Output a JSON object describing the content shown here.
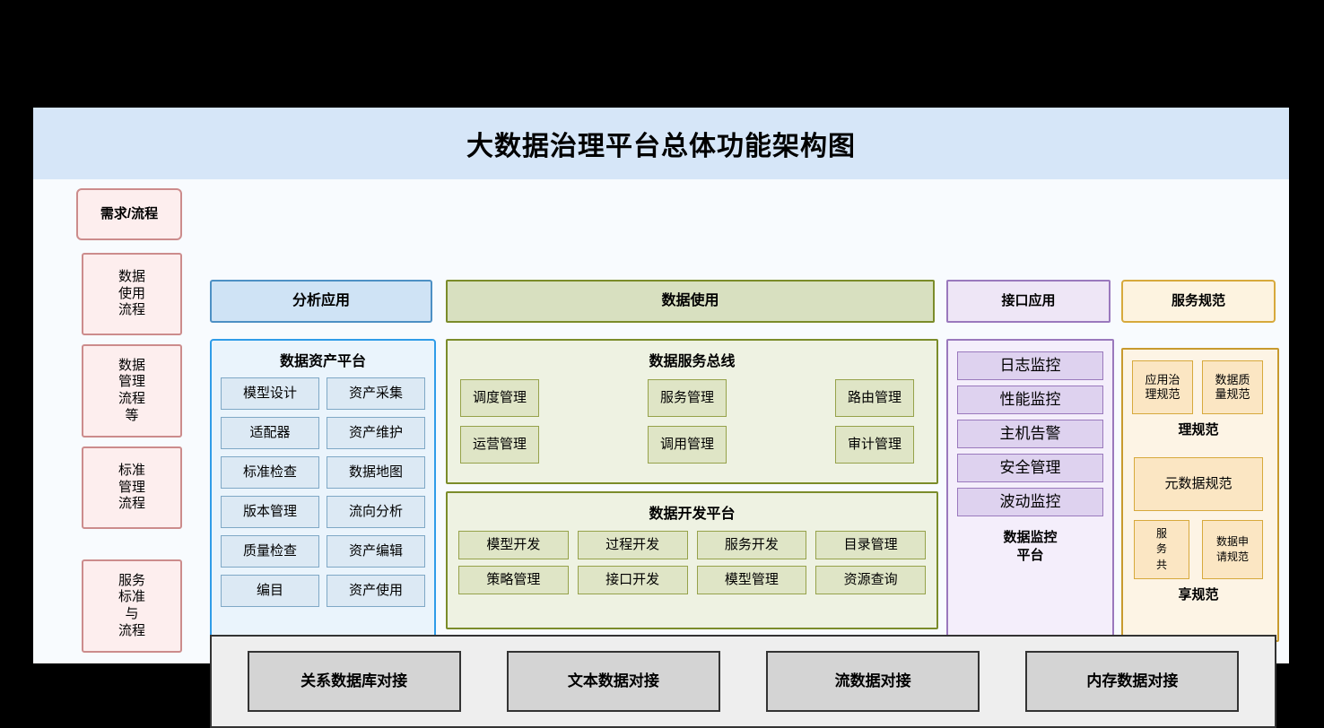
{
  "title": "大数据治理平台总体功能架构图",
  "left_flow": {
    "header": "需求/流程",
    "items": [
      "数据\n使用\n流程",
      "数据\n管理\n流程\n等",
      "标准\n管理\n流程",
      "服务\n标准\n与\n流程"
    ]
  },
  "blue_column": {
    "header": "分析应用",
    "panel_title": "数据资产平台",
    "cells": [
      "模型设计",
      "资产采集",
      "适配器",
      "资产维护",
      "标准检查",
      "数据地图",
      "版本管理",
      "流向分析",
      "质量检查",
      "资产编辑",
      "编目",
      "资产使用"
    ]
  },
  "green_column": {
    "header": "数据使用",
    "bus": {
      "title": "数据服务总线",
      "cells": [
        "调度管理",
        "服务管理",
        "路由管理",
        "运营管理",
        "调用管理",
        "审计管理"
      ]
    },
    "dev": {
      "title": "数据开发平台",
      "cells": [
        "模型开发",
        "过程开发",
        "服务开发",
        "目录管理",
        "策略管理",
        "接口开发",
        "模型管理",
        "资源查询"
      ]
    }
  },
  "purple_column": {
    "header": "接口应用",
    "cells": [
      "日志监控",
      "性能监控",
      "主机告警",
      "安全管理",
      "波动监控"
    ],
    "footer": "数据监控\n平台"
  },
  "amber_column": {
    "header": "服务规范",
    "cell_app_gov": "应用治\n理规范",
    "cell_data_quality": "数据质\n量规范",
    "label_gov": "理规范",
    "cell_metadata": "元数据规范",
    "cell_service_share": "服\n务\n共",
    "cell_data_apply": "数据申\n请规范",
    "label_share": "享规范"
  },
  "bottom_bar": {
    "cells": [
      "关系数据库对接",
      "文本数据对接",
      "流数据对接",
      "内存数据对接"
    ]
  },
  "colors": {
    "title_band": "#d6e6f8",
    "canvas": "#f8fbfe",
    "pink_border": "#cc8c8c",
    "blue_border": "#2f9ce8",
    "green_border": "#7b8c2a",
    "purple_border": "#9a79bd",
    "amber_border": "#c89a2e",
    "gray_border": "#333333"
  }
}
